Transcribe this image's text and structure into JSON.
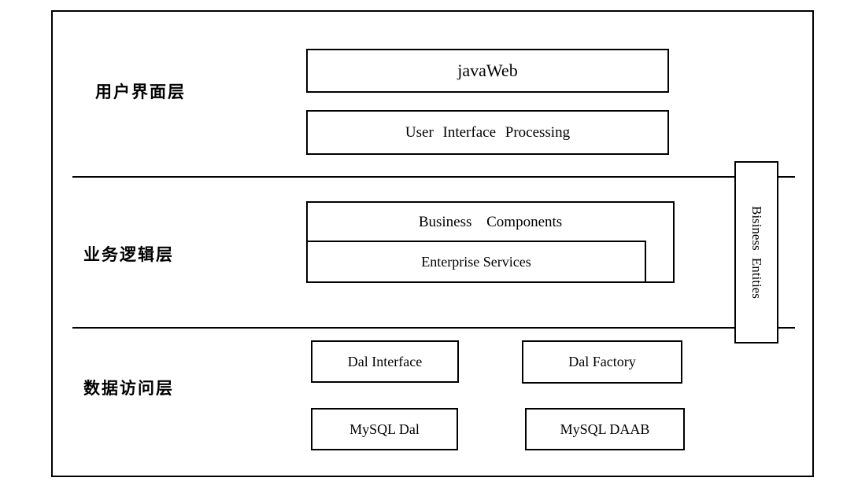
{
  "diagram": {
    "type": "layered-architecture",
    "layers": {
      "ui": "用户界面层",
      "logic": "业务逻辑层",
      "data": "数据访问层"
    },
    "boxes": {
      "javaweb": "javaWeb",
      "user_interface_processing": "User Interface Processing",
      "business_components": "Business Components",
      "enterprise_services": "Enterprise Services",
      "dal_interface": "Dal Interface",
      "dal_factory": "Dal Factory",
      "mysql_dal": "MySQL Dal",
      "mysql_daab": "MySQL DAAB",
      "business_entities": "Bisiness Entities"
    },
    "colors": {
      "line": "#000000",
      "background": "#ffffff",
      "text": "#000000"
    }
  }
}
